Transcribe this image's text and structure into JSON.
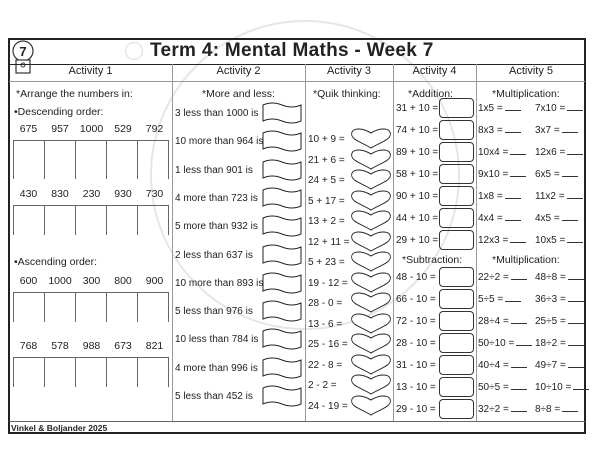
{
  "title": "Term 4: Mental Maths - Week 7",
  "day_number": "7",
  "footer": "Vinkel & Boljander 2025",
  "headers": [
    "Activity 1",
    "Activity 2",
    "Activity 3",
    "Activity 4",
    "Activity 5"
  ],
  "activity1": {
    "heading": "*Arrange the numbers in:",
    "descending_label": "•Descending order:",
    "ascending_label": "•Ascending order:",
    "descending_sets": [
      [
        "675",
        "957",
        "1000",
        "529",
        "792"
      ],
      [
        "430",
        "830",
        "230",
        "930",
        "730"
      ]
    ],
    "ascending_sets": [
      [
        "600",
        "1000",
        "300",
        "800",
        "900"
      ],
      [
        "768",
        "578",
        "988",
        "673",
        "821"
      ]
    ]
  },
  "activity2": {
    "heading": "*More and less:",
    "items": [
      "3 less than 1000 is",
      "10 more than 964 is",
      "1 less than 901 is",
      "4 more than 723 is",
      "5 more than 932 is",
      "2 less than 637 is",
      "10 more than 893 is",
      "5 less than 976 is",
      "10 less than 784 is",
      "4 more than 996 is",
      "5 less than 452 is"
    ]
  },
  "activity3": {
    "heading": "*Quik thinking:",
    "items": [
      "10 + 9 =",
      "21 + 6 =",
      "24 + 5 =",
      "5 + 17 =",
      "13 + 2 =",
      "12 + 11 =",
      "5 + 23 =",
      "19 - 12 =",
      "28 - 0 =",
      "13 - 6 =",
      "25 - 16 =",
      "22 - 8 =",
      "2 - 2 =",
      "24 - 19 ="
    ]
  },
  "activity4": {
    "addition_heading": "*Addition:",
    "addition": [
      "31 + 10 =",
      "74 + 10 =",
      "89 + 10 =",
      "58 + 10 =",
      "90 + 10 =",
      "44 + 10 =",
      "29 + 10 ="
    ],
    "subtraction_heading": "*Subtraction:",
    "subtraction": [
      "48 - 10 =",
      "66 - 10 =",
      "72 - 10 =",
      "28 - 10 =",
      "31 - 10 =",
      "13 - 10 =",
      "29 - 10 ="
    ]
  },
  "activity5": {
    "heading1": "*Multiplication:",
    "set1": [
      [
        "1x5 =",
        "7x10 ="
      ],
      [
        "8x3 =",
        "3x7 ="
      ],
      [
        "10x4 =",
        "12x6 ="
      ],
      [
        "9x10 =",
        "6x5 ="
      ],
      [
        "1x8 =",
        "11x2 ="
      ],
      [
        "4x4 =",
        "4x5 ="
      ],
      [
        "12x3 =",
        "10x5 ="
      ]
    ],
    "heading2": "*Multiplication:",
    "set2": [
      [
        "22÷2 =",
        "48÷8 ="
      ],
      [
        "5÷5 =",
        "36÷3 ="
      ],
      [
        "28÷4 =",
        "25÷5 ="
      ],
      [
        "50÷10 =",
        "18÷2 ="
      ],
      [
        "40÷4 =",
        "49÷7 ="
      ],
      [
        "50÷5 =",
        "10÷10 ="
      ],
      [
        "32÷2 =",
        "8÷8 ="
      ]
    ]
  }
}
